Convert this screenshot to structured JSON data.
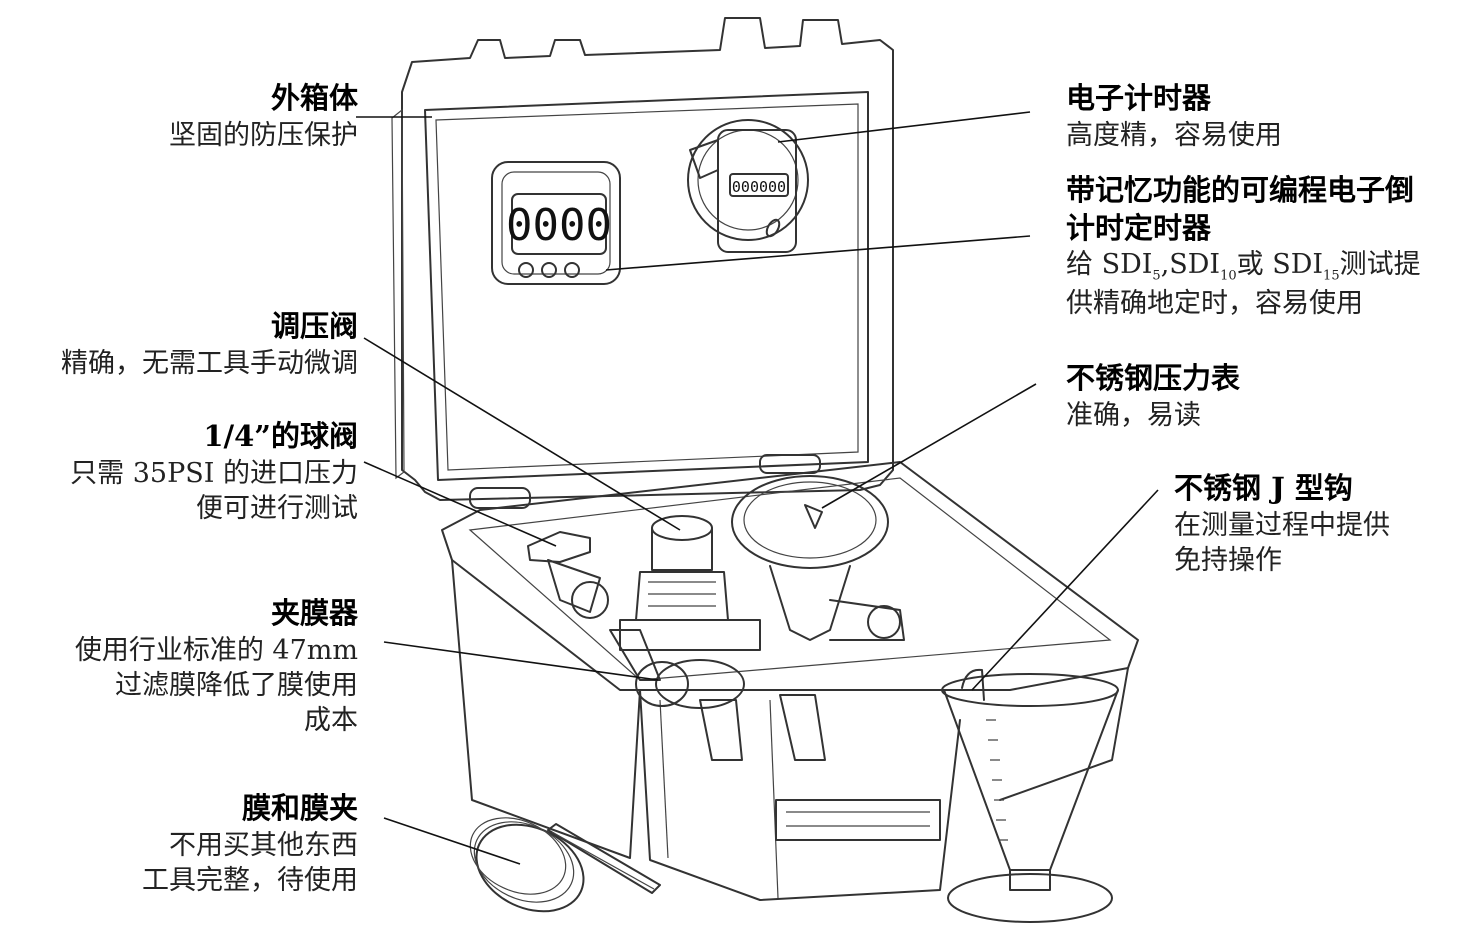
{
  "labels": {
    "outer_case": {
      "title": "外箱体",
      "desc": "坚固的防压保护"
    },
    "electronic_timer": {
      "title": "电子计时器",
      "desc": "高度精，容易使用"
    },
    "countdown_timer": {
      "title_line1": "带记忆功能的可编程电子倒",
      "title_line2": "计时定时器",
      "desc_l1_a": "给 SDI",
      "desc_l1_sub1": "5",
      "desc_l1_b": ",SDI",
      "desc_l1_sub2": "10",
      "desc_l1_c": "或 SDI",
      "desc_l1_sub3": "15",
      "desc_l1_d": "测试提",
      "desc_l2": "供精确地定时，容易使用"
    },
    "regulator": {
      "title": "调压阀",
      "desc": "精确，无需工具手动微调"
    },
    "ball_valve": {
      "title": "1/4”的球阀",
      "desc_line1": "只需 35PSI 的进口压力",
      "desc_line2": "便可进行测试"
    },
    "pressure_gauge": {
      "title": "不锈钢压力表",
      "desc": "准确，易读"
    },
    "j_hook": {
      "title": "不锈钢 J 型钩",
      "desc_line1": "在测量过程中提供",
      "desc_line2": "免持操作"
    },
    "filter_holder": {
      "title": "夹膜器",
      "desc_line1": "使用行业标准的 47mm",
      "desc_line2": "过滤膜降低了膜使用",
      "desc_line3": "成本"
    },
    "membrane_clip": {
      "title": "膜和膜夹",
      "desc_line1": "不用买其他东西",
      "desc_line2": "工具完整，待使用"
    }
  },
  "timer_display": {
    "digits": "0000",
    "small_digits": "000000"
  },
  "colors": {
    "ink": "#333333",
    "text": "#111111",
    "background": "#ffffff"
  }
}
